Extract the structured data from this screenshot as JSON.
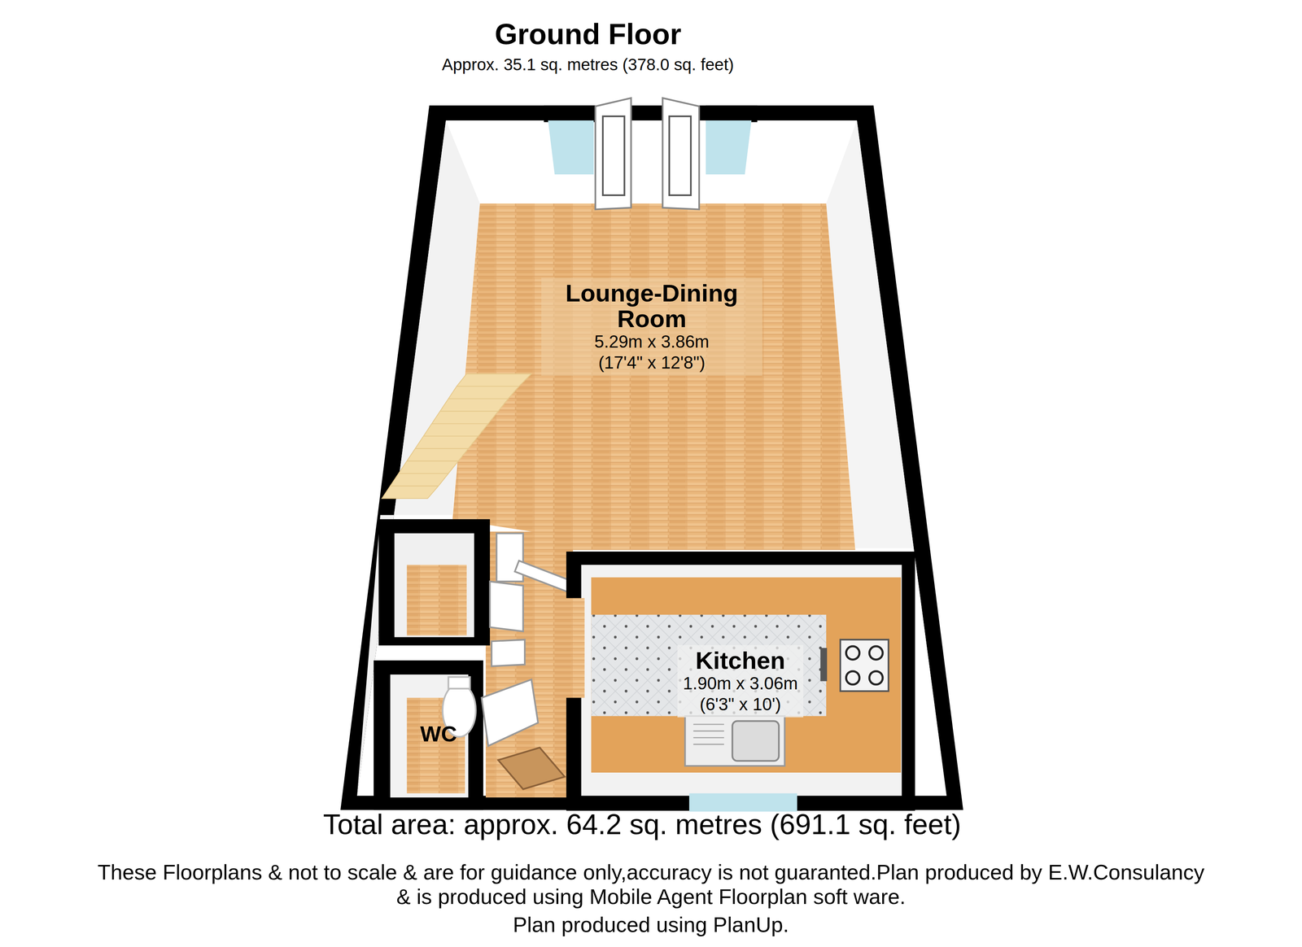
{
  "diagram": {
    "title": "Ground Floor",
    "nodes": [
      {
        "text": [
          "Lounge-Dining Room",
          "5.29m x 3.86m",
          "(17'4\" x 12'8\")"
        ]
      },
      {
        "text": [
          "Kitchen",
          "1.90m x 3.06m",
          "(6'3\" x 10')"
        ]
      },
      {
        "text": [
          "WC"
        ]
      }
    ],
    "labels": [
      "Approx. 35.1 sq. metres (378.0 sq. feet)",
      "Total area: approx. 64.2 sq. metres (691.1 sq. feet)",
      "These Floorplans & not to scale & are for guidance only,accuracy is not guaranted.Plan produced by E.W.Consulancy & is produced using Mobile Agent Floorplan soft ware.",
      "Plan produced using PlanUp."
    ]
  }
}
